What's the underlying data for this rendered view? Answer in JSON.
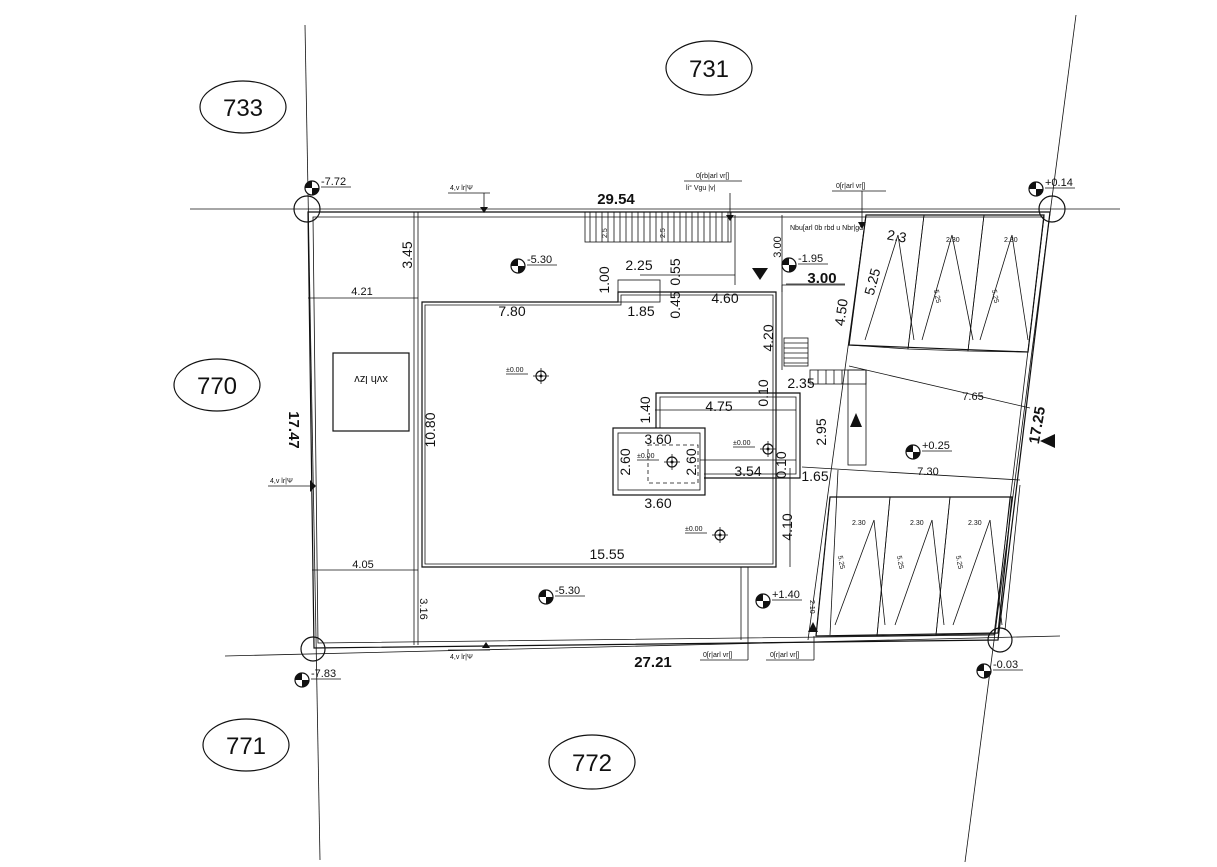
{
  "parcels": {
    "p731": "731",
    "p733": "733",
    "p770": "770",
    "p771": "771",
    "p772": "772"
  },
  "dimensions": {
    "top_length": "29.54",
    "bottom_length": "27.21",
    "left_length": "17.47",
    "right_length": "17.25",
    "d_3_45": "3.45",
    "d_4_21": "4.21",
    "d_1_00": "1.00",
    "d_2_25": "2.25",
    "d_0_55": "0.55",
    "d_0_45": "0.45",
    "d_1_85": "1.85",
    "d_7_80": "7.80",
    "d_4_60": "4.60",
    "d_3_00v": "3.00",
    "d_3_00": "3.00",
    "d_4_50": "4.50",
    "d_5_25": "5.25",
    "d_2_3": "2.3",
    "d_4_20": "4.20",
    "d_2_35": "2.35",
    "d_0_10a": "0.10",
    "d_4_75": "4.75",
    "d_1_40": "1.40",
    "d_10_80": "10.80",
    "d_3_60a": "3.60",
    "d_2_60a": "2.60",
    "d_2_60b": "2.60",
    "d_3_60b": "3.60",
    "d_3_54": "3.54",
    "d_0_10b": "0.10",
    "d_2_95": "2.95",
    "d_1_65": "1.65",
    "d_7_65": "7.65",
    "d_7_30": "7.30",
    "d_4_10": "4.10",
    "d_15_55": "15.55",
    "d_4_05": "4.05",
    "d_3_16": "3.16"
  },
  "levels": {
    "c_tl": "-7.72",
    "c_tr": "+0.14",
    "c_bl": "-7.83",
    "c_br": "-0.03",
    "yard_top": "-5.30",
    "yard_bottom": "-5.30",
    "entry": "-1.95",
    "parking": "+0.25",
    "ramp": "+1.40",
    "floor_a": "±0.00",
    "floor_b": "±0.00",
    "floor_c": "±0.00",
    "floor_d": "±0.00"
  },
  "annotations": {
    "pool": "xvh lzv",
    "wall_top": "4,v lr|Ψ",
    "wall_left": "4,v lr|Ψ",
    "wall_bottom": "4,v lr|Ψ",
    "gate_top_1": "0[rb|arl vr[]",
    "gate_top_2": "li° Vgu |v|",
    "gate_top_right": "0[r|arl vr[]",
    "gate_bottom_1": "0[r|arl vr[]",
    "gate_bottom_2": "0[r|arl vr[]",
    "parking_note": "Nbu[arl 0b rbd\nu Nbr|gd",
    "stair_a": "2.5",
    "stair_b": "2.5",
    "bay_top": "2.30",
    "bay_side": "5.25",
    "bay_bottom": "2.30",
    "ramp_len": "2.10"
  }
}
